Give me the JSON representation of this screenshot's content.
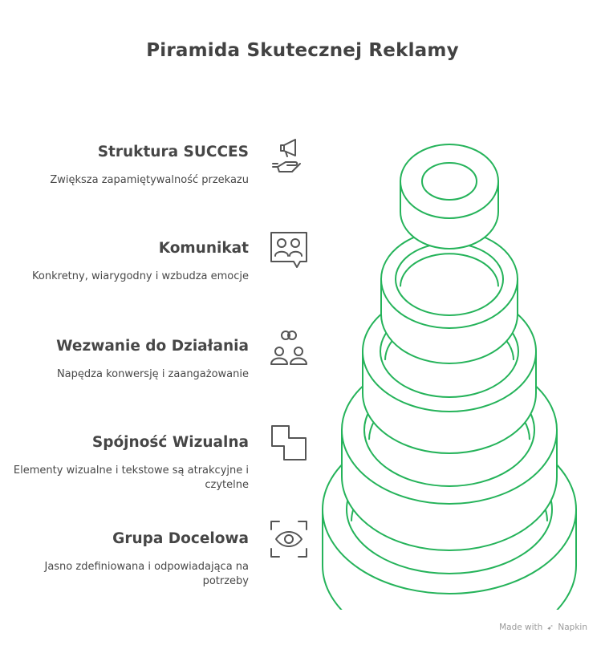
{
  "title": "Piramida Skutecznej Reklamy",
  "accent_color": "#25b35a",
  "items": [
    {
      "title": "Struktura SUCCES",
      "desc": "Zwiększa zapamiętywalność przekazu",
      "icon": "megaphone-hand-icon"
    },
    {
      "title": "Komunikat",
      "desc": "Konkretny, wiarygodny i wzbudza emocje",
      "icon": "people-speech-bubble-icon"
    },
    {
      "title": "Wezwanie do Działania",
      "desc": "Napędza konwersję i zaangażowanie",
      "icon": "linked-people-icon"
    },
    {
      "title": "Spójność Wizualna",
      "desc": "Elementy wizualne i tekstowe są atrakcyjne i czytelne",
      "icon": "puzzle-shape-icon"
    },
    {
      "title": "Grupa Docelowa",
      "desc": "Jasno zdefiniowana i odpowiadająca na potrzeby",
      "icon": "eye-target-icon"
    }
  ],
  "watermark": {
    "text_before": "Made with",
    "brand": "Napkin"
  }
}
